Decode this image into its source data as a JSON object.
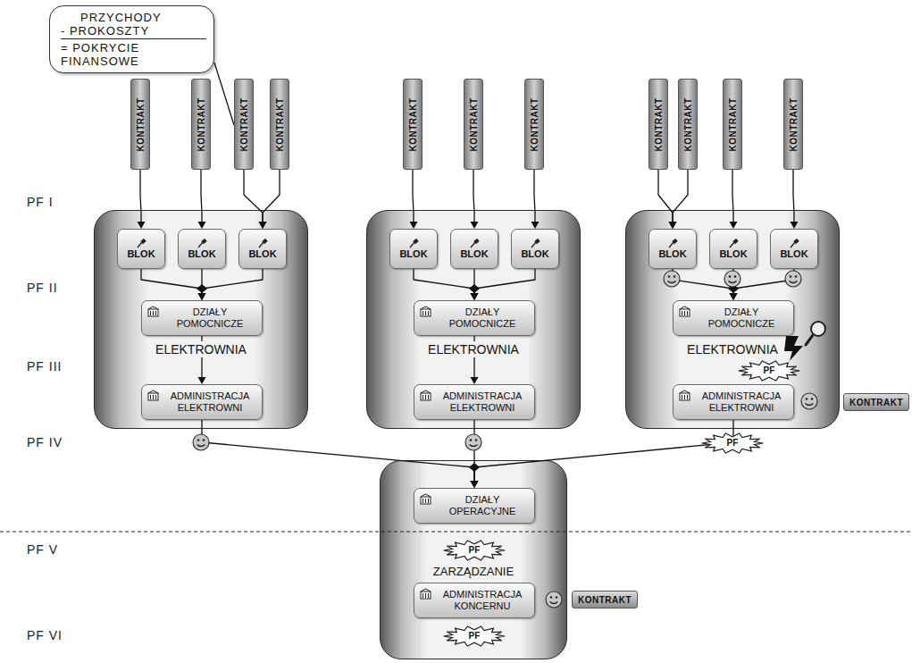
{
  "diagram": {
    "nodes": [
      {
        "text": [
          "PRZYCHODY",
          "- PROKOSZTY",
          "= POKRYCIE FINANSOWE"
        ]
      },
      {
        "text": [
          "KONTRAKT"
        ]
      },
      {
        "text": [
          "KONTRAKT"
        ]
      },
      {
        "text": [
          "KONTRAKT"
        ]
      },
      {
        "text": [
          "KONTRAKT"
        ]
      },
      {
        "text": [
          "KONTRAKT"
        ]
      },
      {
        "text": [
          "KONTRAKT"
        ]
      },
      {
        "text": [
          "KONTRAKT"
        ]
      },
      {
        "text": [
          "KONTRAKT"
        ]
      },
      {
        "text": [
          "KONTRAKT"
        ]
      },
      {
        "text": [
          "KONTRAKT"
        ]
      },
      {
        "text": [
          "KONTRAKT"
        ]
      },
      {
        "text": [
          "ELEKTROWNIA"
        ]
      },
      {
        "text": [
          "BLOK"
        ],
        "in": 12
      },
      {
        "text": [
          "BLOK"
        ],
        "in": 12
      },
      {
        "text": [
          "BLOK"
        ],
        "in": 12
      },
      {
        "text": [
          "DZIAŁY POMOCNICZE"
        ],
        "in": 12
      },
      {
        "text": [
          "ADMINISTRACJA ELEKTROWNI"
        ],
        "in": 12
      },
      {
        "text": [
          "ELEKTROWNIA"
        ]
      },
      {
        "text": [
          "BLOK"
        ],
        "in": 18
      },
      {
        "text": [
          "BLOK"
        ],
        "in": 18
      },
      {
        "text": [
          "BLOK"
        ],
        "in": 18
      },
      {
        "text": [
          "DZIAŁY POMOCNICZE"
        ],
        "in": 18
      },
      {
        "text": [
          "ADMINISTRACJA ELEKTROWNI"
        ],
        "in": 18
      },
      {
        "text": [
          "ELEKTROWNIA"
        ]
      },
      {
        "text": [
          "BLOK"
        ],
        "in": 24
      },
      {
        "text": [
          "BLOK"
        ],
        "in": 24
      },
      {
        "text": [
          "BLOK"
        ],
        "in": 24
      },
      {
        "text": [
          "DZIAŁY POMOCNICZE"
        ],
        "in": 24
      },
      {
        "text": [
          "PF"
        ],
        "in": 24
      },
      {
        "text": [
          "ADMINISTRACJA ELEKTROWNI"
        ],
        "in": 24
      },
      {
        "text": [
          "KONTRAKT"
        ]
      },
      {
        "text": [
          "PF"
        ]
      },
      {
        "text": [
          "ZARZĄDZANIE"
        ]
      },
      {
        "text": [
          "DZIAŁY OPERACYJNE"
        ],
        "in": 33
      },
      {
        "text": [
          "PF"
        ],
        "in": 33
      },
      {
        "text": [
          "ADMINISTRACJA KONCERNU"
        ],
        "in": 33
      },
      {
        "text": [
          "PF"
        ],
        "in": 33
      },
      {
        "text": [
          "KONTRAKT"
        ]
      }
    ],
    "edges": [
      {
        "from": 0,
        "to": 3,
        "arrow": "none"
      },
      {
        "from": 1,
        "to": 13,
        "arrow": "to"
      },
      {
        "from": 2,
        "to": 14,
        "arrow": "to"
      },
      {
        "from": 3,
        "to": 15,
        "arrow": "to"
      },
      {
        "from": 4,
        "to": 15,
        "arrow": "to"
      },
      {
        "from": 5,
        "to": 19,
        "arrow": "to"
      },
      {
        "from": 6,
        "to": 20,
        "arrow": "to"
      },
      {
        "from": 7,
        "to": 21,
        "arrow": "to"
      },
      {
        "from": 8,
        "to": 25,
        "arrow": "to"
      },
      {
        "from": 9,
        "to": 25,
        "arrow": "to"
      },
      {
        "from": 10,
        "to": 26,
        "arrow": "to"
      },
      {
        "from": 11,
        "to": 27,
        "arrow": "to"
      },
      {
        "from": 13,
        "to": 16,
        "arrow": "to"
      },
      {
        "from": 14,
        "to": 16,
        "arrow": "to"
      },
      {
        "from": 15,
        "to": 16,
        "arrow": "to"
      },
      {
        "from": 16,
        "to": 17,
        "arrow": "to"
      },
      {
        "from": 19,
        "to": 22,
        "arrow": "to"
      },
      {
        "from": 20,
        "to": 22,
        "arrow": "to"
      },
      {
        "from": 21,
        "to": 22,
        "arrow": "to"
      },
      {
        "from": 22,
        "to": 23,
        "arrow": "to"
      },
      {
        "from": 25,
        "to": 28,
        "arrow": "to"
      },
      {
        "from": 26,
        "to": 28,
        "arrow": "to"
      },
      {
        "from": 27,
        "to": 28,
        "arrow": "to"
      },
      {
        "from": 17,
        "to": 34,
        "arrow": "to"
      },
      {
        "from": 23,
        "to": 34,
        "arrow": "to"
      },
      {
        "from": 30,
        "to": 34,
        "arrow": "to"
      }
    ],
    "labels": [
      "PF I",
      "PF II",
      "PF III",
      "PF IV",
      "PF V",
      "PF VI"
    ]
  }
}
